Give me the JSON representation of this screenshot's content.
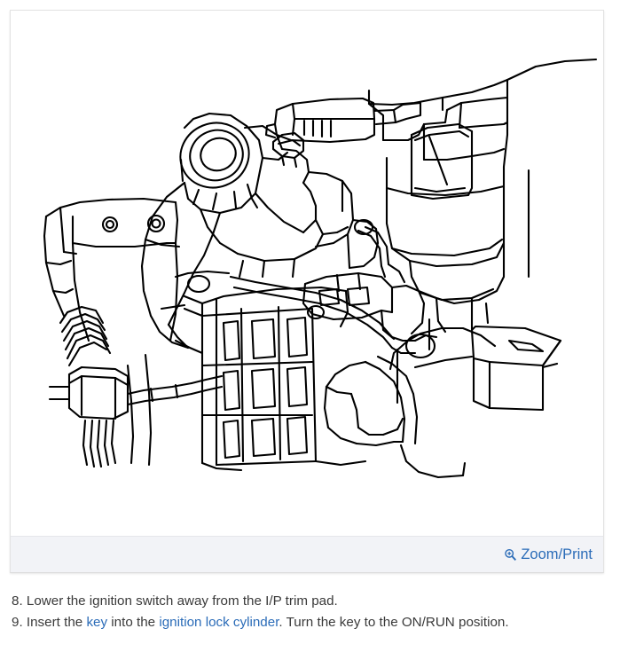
{
  "figure": {
    "alt_description": "Technical line drawing of an ignition switch, ignition lock cylinder and steering column lowered away from the I/P trim pad",
    "toolbar": {
      "zoom_print_label": "Zoom/Print",
      "zoom_print_icon": "magnifier-plus-icon"
    }
  },
  "colors": {
    "link": "#2b6cb8",
    "text": "#3a3a3a",
    "toolbar_bg": "#f2f3f7",
    "panel_border": "#e3e3e3",
    "line_art": "#000000"
  },
  "steps": [
    {
      "number": "8.",
      "parts": [
        {
          "type": "text",
          "value": " Lower the ignition switch away from the I/P trim pad."
        }
      ]
    },
    {
      "number": "9.",
      "parts": [
        {
          "type": "text",
          "value": " Insert the "
        },
        {
          "type": "link",
          "value": "key"
        },
        {
          "type": "text",
          "value": " into the "
        },
        {
          "type": "link",
          "value": "ignition lock cylinder"
        },
        {
          "type": "text",
          "value": ". Turn the key to the ON/RUN position."
        }
      ]
    }
  ],
  "step_8": {
    "number": "8.",
    "text_1": " Lower the ignition switch away from the I/P trim pad."
  },
  "step_9": {
    "number": "9.",
    "text_1": " Insert the ",
    "link_1": "key",
    "text_2": " into the ",
    "link_2": "ignition lock cylinder",
    "text_3": ". Turn the key to the ON/RUN position."
  }
}
